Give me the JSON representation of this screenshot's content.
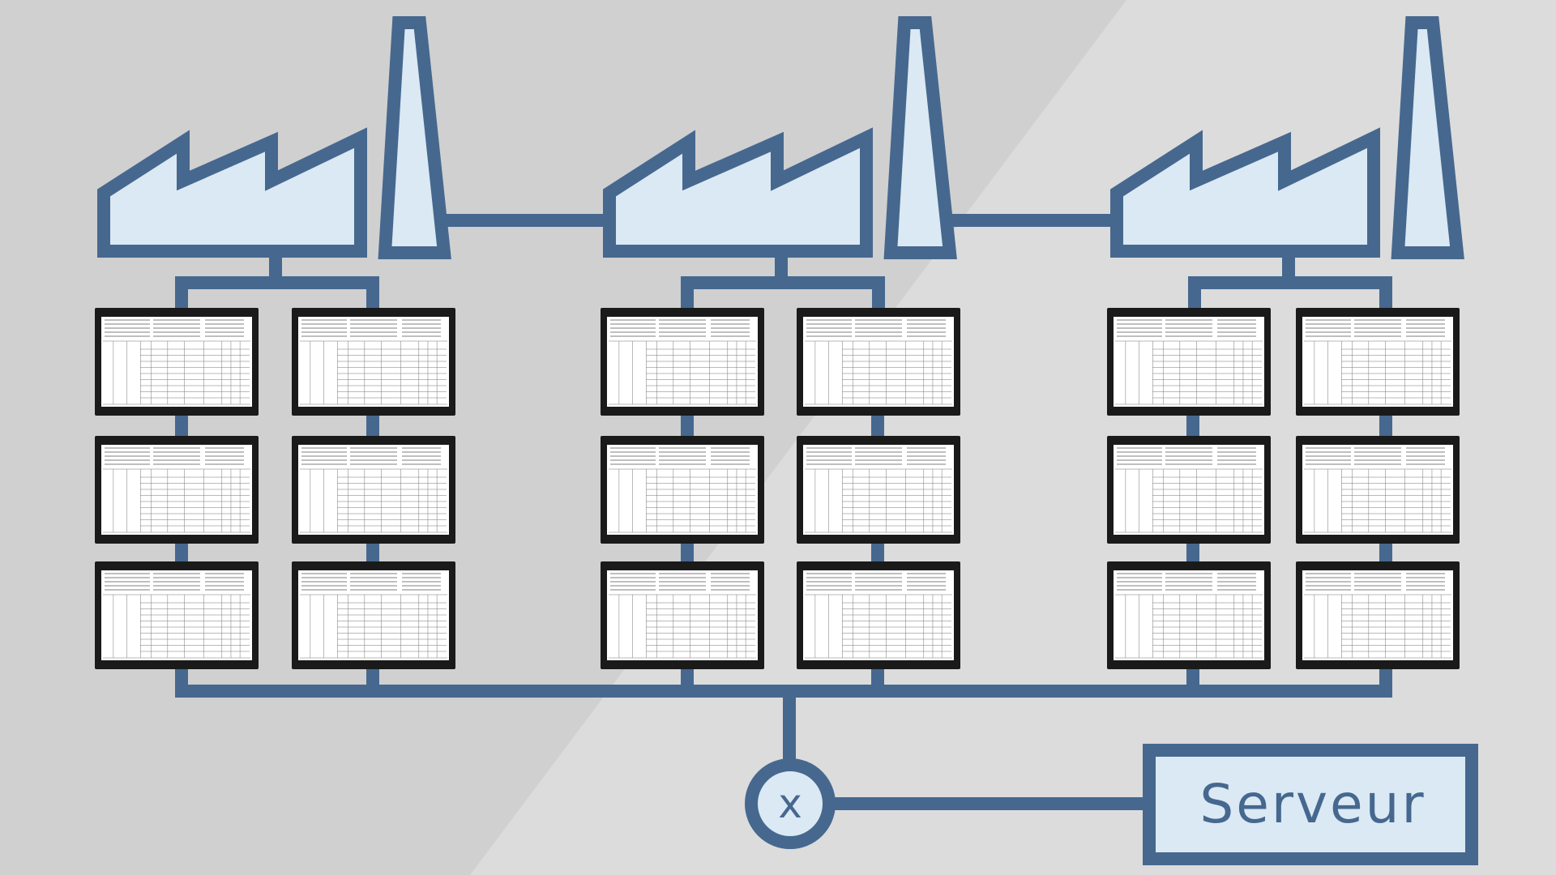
{
  "diagram": {
    "colors": {
      "background": "#dcdcdc",
      "background_band": "#d0d0d0",
      "line": "#46688f",
      "fill": "#dbe9f4",
      "monitor_bezel": "#1a1a1a"
    },
    "factories": [
      {
        "id": "factory-1",
        "icon": "factory-icon",
        "monitors": 6
      },
      {
        "id": "factory-2",
        "icon": "factory-icon",
        "monitors": 6
      },
      {
        "id": "factory-3",
        "icon": "factory-icon",
        "monitors": 6
      }
    ],
    "multiplexer": {
      "icon": "multiplexer-icon",
      "label": "x"
    },
    "server": {
      "icon": "server-box",
      "label": "Serveur"
    }
  }
}
